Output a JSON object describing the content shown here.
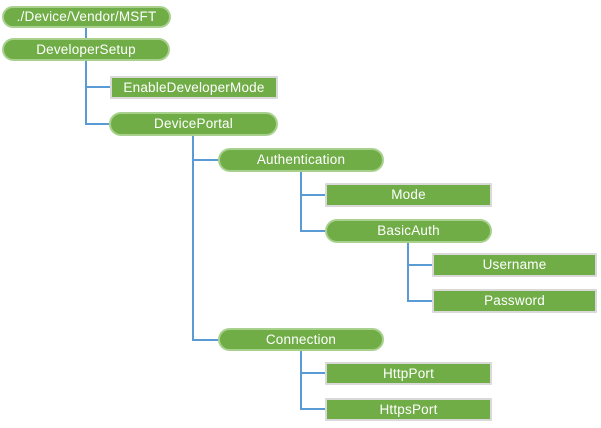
{
  "diagram": {
    "kind": "csp-configuration-tree",
    "colors": {
      "node_fill": "#70AD47",
      "pill_border": "#A9D18E",
      "rect_border": "#D9D9D9",
      "connector": "#5B9BD5",
      "text": "#FFFFFF",
      "background": "#FFFFFF"
    },
    "nodes": [
      {
        "id": "root",
        "label": "./Device/Vendor/MSFT",
        "shape": "pill",
        "parent": null
      },
      {
        "id": "developer-setup",
        "label": "DeveloperSetup",
        "shape": "pill",
        "parent": "root"
      },
      {
        "id": "enable-developer-mode",
        "label": "EnableDeveloperMode",
        "shape": "rect",
        "parent": "developer-setup"
      },
      {
        "id": "device-portal",
        "label": "DevicePortal",
        "shape": "pill",
        "parent": "developer-setup"
      },
      {
        "id": "authentication",
        "label": "Authentication",
        "shape": "pill",
        "parent": "device-portal"
      },
      {
        "id": "mode",
        "label": "Mode",
        "shape": "rect",
        "parent": "authentication"
      },
      {
        "id": "basic-auth",
        "label": "BasicAuth",
        "shape": "pill",
        "parent": "authentication"
      },
      {
        "id": "username",
        "label": "Username",
        "shape": "rect",
        "parent": "basic-auth"
      },
      {
        "id": "password",
        "label": "Password",
        "shape": "rect",
        "parent": "basic-auth"
      },
      {
        "id": "connection",
        "label": "Connection",
        "shape": "pill",
        "parent": "device-portal"
      },
      {
        "id": "http-port",
        "label": "HttpPort",
        "shape": "rect",
        "parent": "connection"
      },
      {
        "id": "https-port",
        "label": "HttpsPort",
        "shape": "rect",
        "parent": "connection"
      }
    ]
  }
}
